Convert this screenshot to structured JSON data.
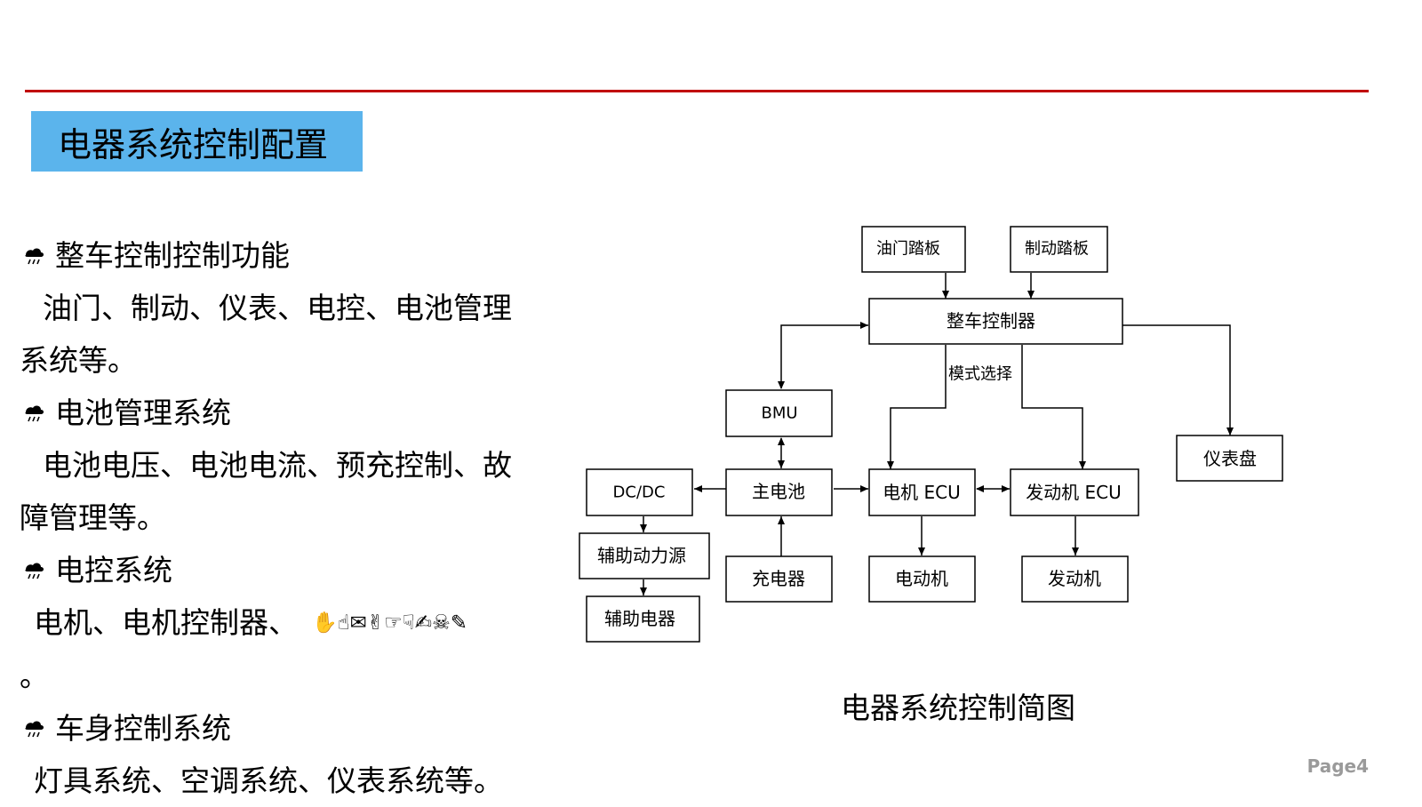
{
  "slide": {
    "title": "电器系统控制配置",
    "page_label": "Page4",
    "caption": "电器系统控制简图"
  },
  "content": {
    "sections": [
      {
        "heading": "整车控制控制功能",
        "lines": [
          "油门、制动、仪表、电控、电池管理",
          "系统等。"
        ]
      },
      {
        "heading": "电池管理系统",
        "lines": [
          "电池电压、电池电流、预充控制、故",
          "障管理等。"
        ]
      },
      {
        "heading": "电控系统",
        "lines": [
          "电机、电机控制器、",
          "。"
        ],
        "dingbats": "✋☝✉✌☞☟✍☠✎"
      },
      {
        "heading": "车身控制系统",
        "lines": [
          "灯具系统、空调系统、仪表系统等。"
        ]
      }
    ],
    "bullet_icon": "rain-cloud-icon"
  },
  "diagram": {
    "nodes": {
      "throttle": "油门踏板",
      "brake": "制动踏板",
      "vcu": "整车控制器",
      "bmu": "BMU",
      "dcdc": "DC/DC",
      "battery": "主电池",
      "motor_ecu": "电机 ECU",
      "engine_ecu": "发动机 ECU",
      "dashboard": "仪表盘",
      "aux_power": "辅助动力源",
      "aux_elec": "辅助电器",
      "charger": "充电器",
      "motor": "电动机",
      "engine": "发动机"
    },
    "mode_label": "模式选择"
  }
}
